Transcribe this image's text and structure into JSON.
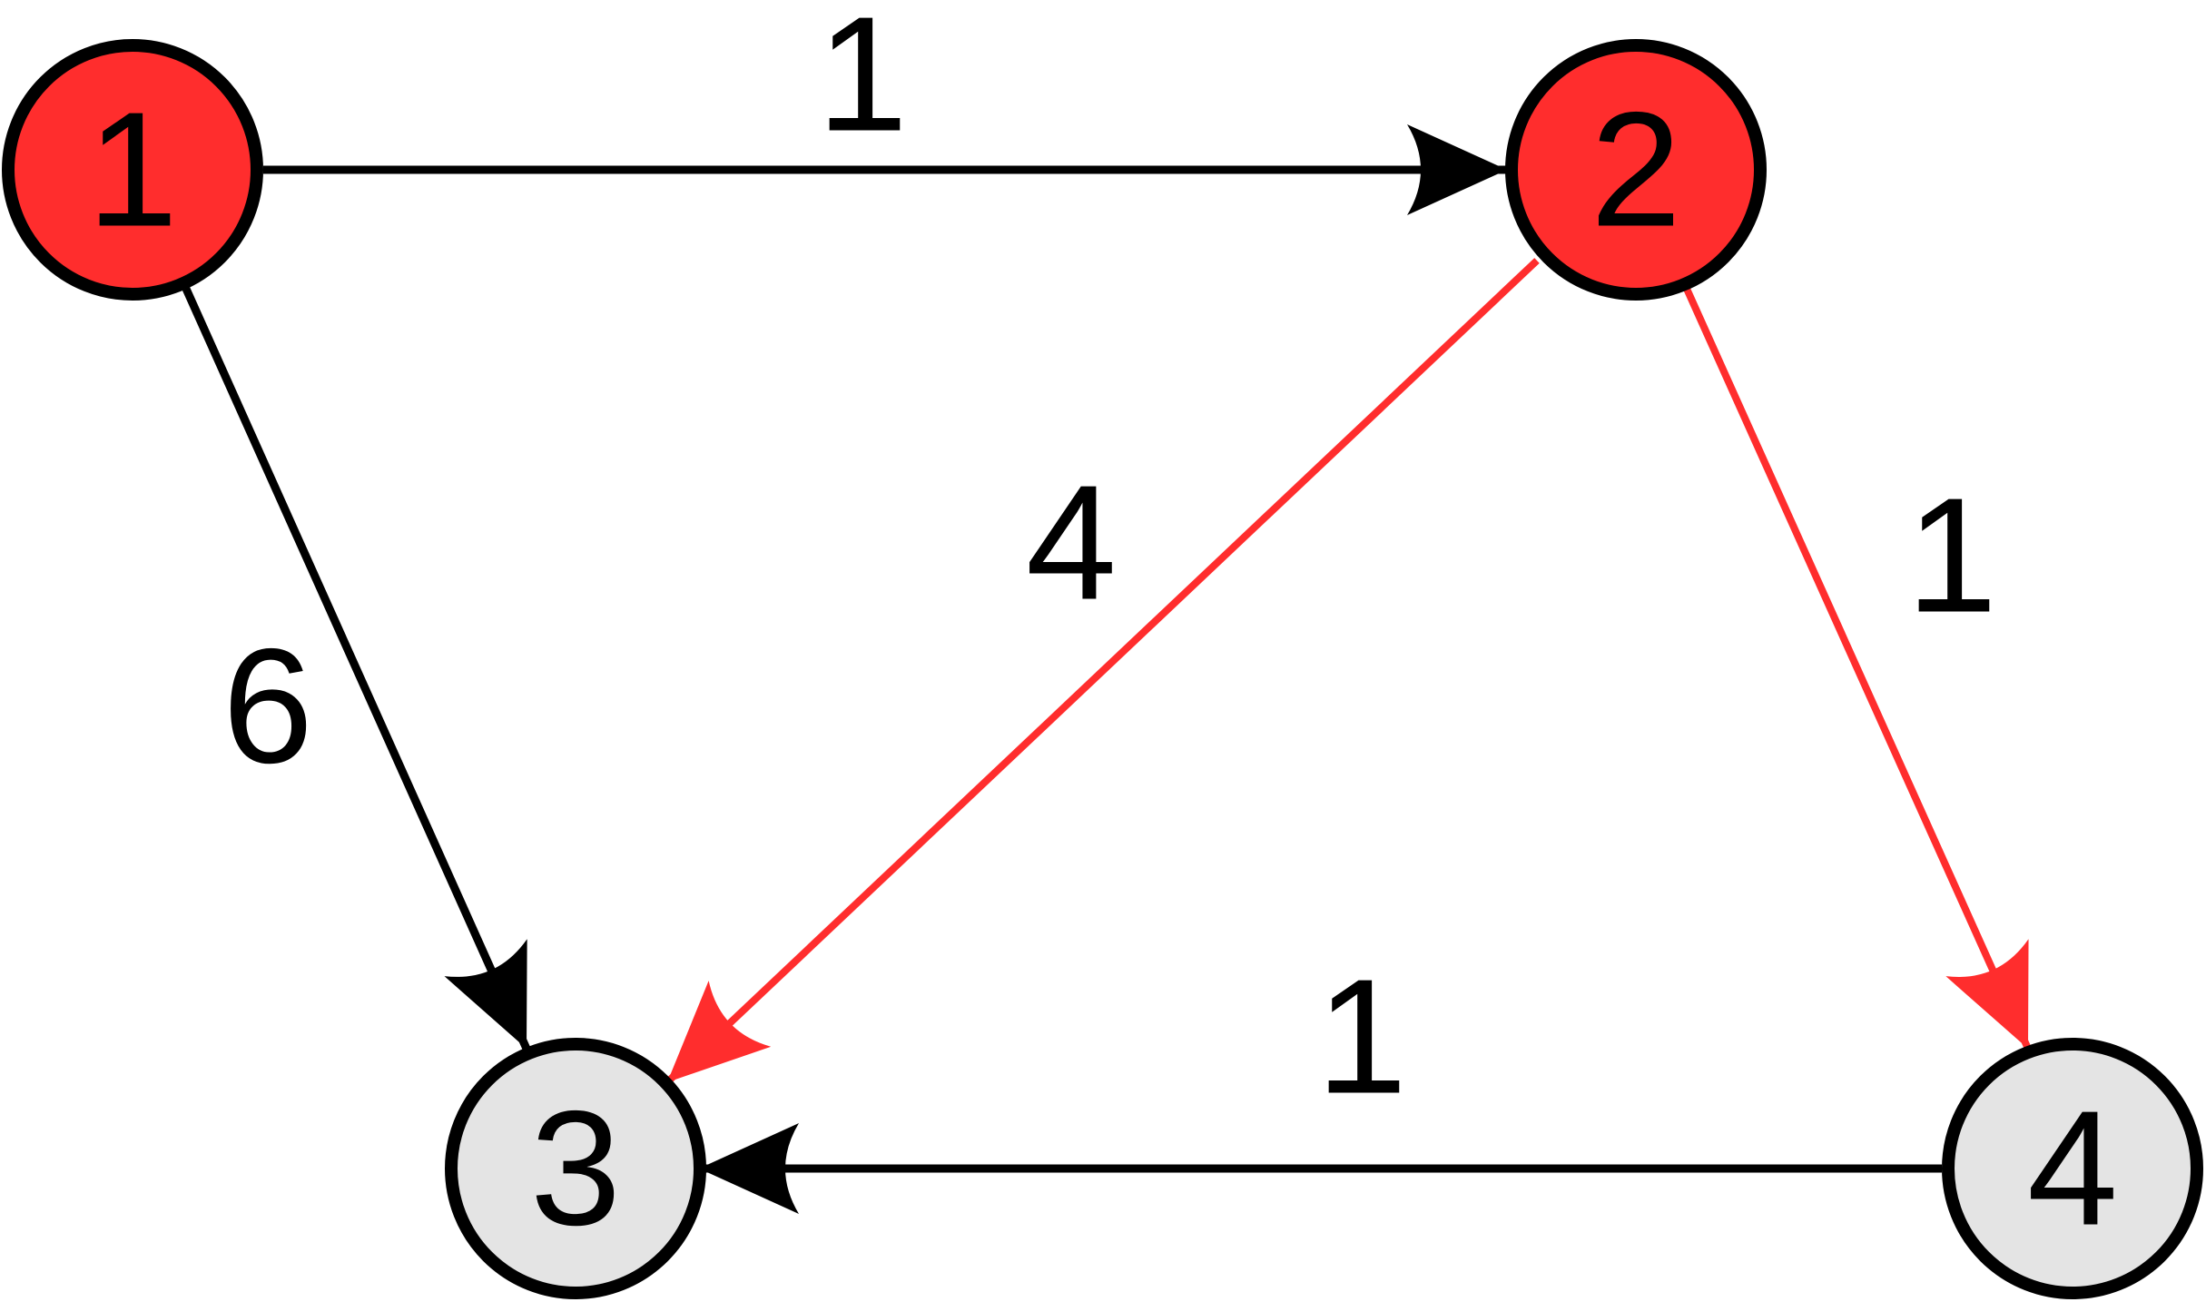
{
  "colors": {
    "highlight": "#ff2d2d",
    "neutral": "#e4e4e4",
    "stroke": "#000000"
  },
  "nodes": [
    {
      "id": "1",
      "label": "1",
      "highlighted": true
    },
    {
      "id": "2",
      "label": "2",
      "highlighted": true
    },
    {
      "id": "3",
      "label": "3",
      "highlighted": false
    },
    {
      "id": "4",
      "label": "4",
      "highlighted": false
    }
  ],
  "edges": [
    {
      "from": "1",
      "to": "2",
      "weight": "1",
      "highlighted": false
    },
    {
      "from": "1",
      "to": "3",
      "weight": "6",
      "highlighted": false
    },
    {
      "from": "2",
      "to": "3",
      "weight": "4",
      "highlighted": true
    },
    {
      "from": "2",
      "to": "4",
      "weight": "1",
      "highlighted": true
    },
    {
      "from": "4",
      "to": "3",
      "weight": "1",
      "highlighted": false
    }
  ]
}
